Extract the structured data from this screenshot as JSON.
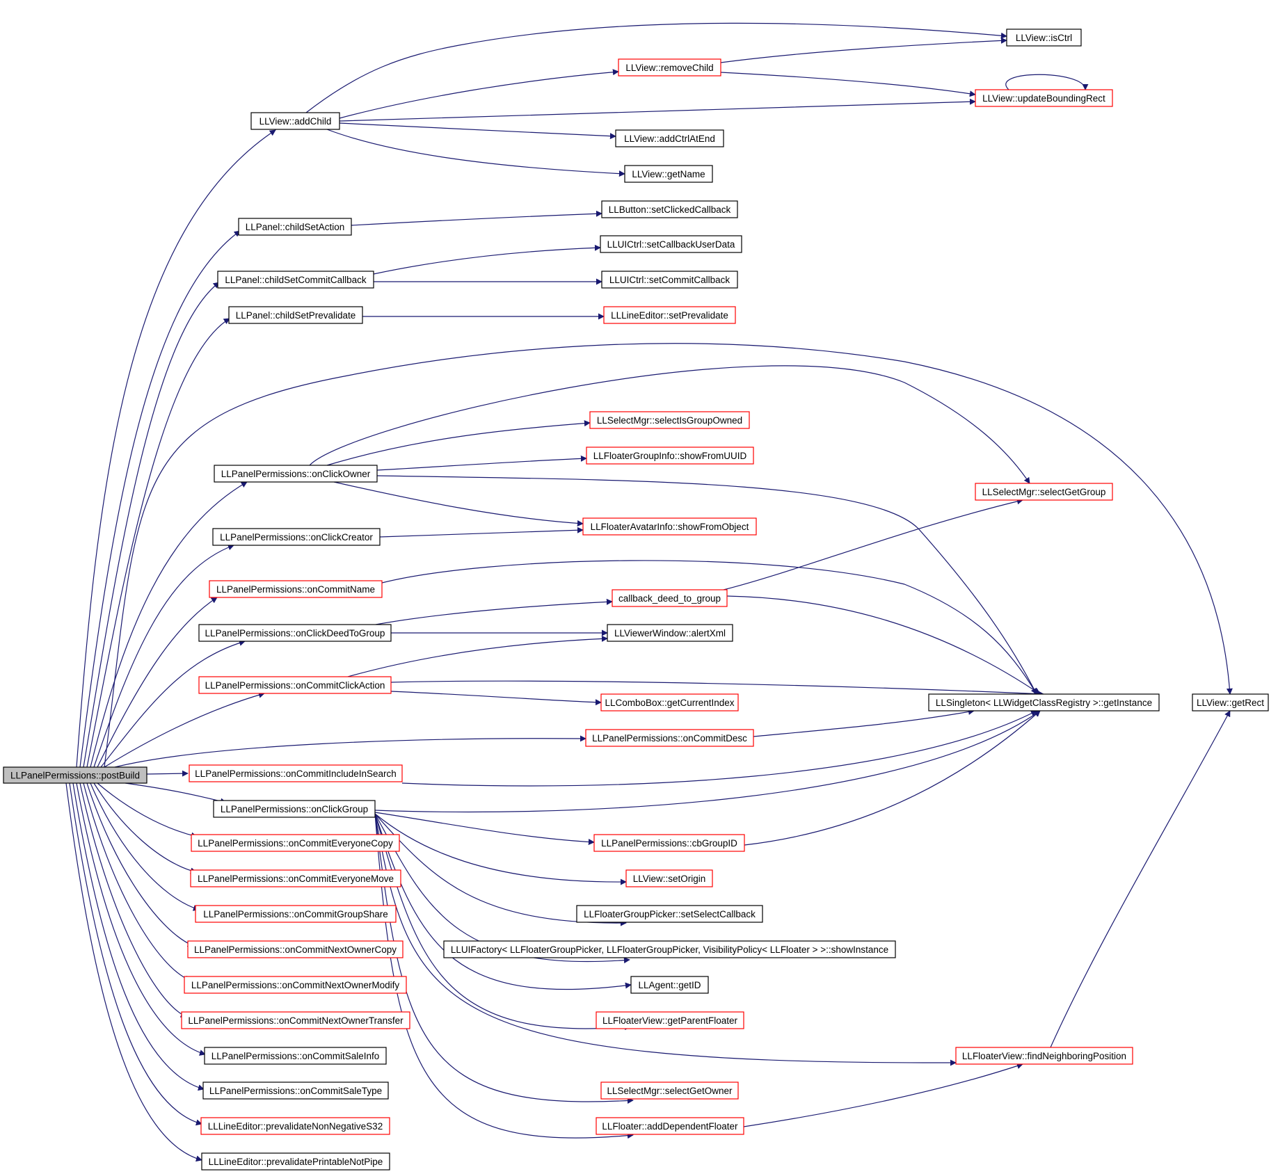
{
  "diagram": {
    "colors": {
      "edge": "#191970",
      "documented_border": "#000000",
      "undocumented_border": "#ff0000",
      "root_fill": "#bfbfbf",
      "node_fill": "#ffffff"
    },
    "nodes": [
      {
        "id": "postBuild",
        "label": "LLPanelPermissions::postBuild",
        "style": "root"
      },
      {
        "id": "addChild",
        "label": "LLView::addChild",
        "style": "black"
      },
      {
        "id": "isCtrl",
        "label": "LLView::isCtrl",
        "style": "black"
      },
      {
        "id": "removeChild",
        "label": "LLView::removeChild",
        "style": "red"
      },
      {
        "id": "updateBoundingRect",
        "label": "LLView::updateBoundingRect",
        "style": "red"
      },
      {
        "id": "addCtrlAtEnd",
        "label": "LLView::addCtrlAtEnd",
        "style": "black"
      },
      {
        "id": "getName",
        "label": "LLView::getName",
        "style": "black"
      },
      {
        "id": "childSetAction",
        "label": "LLPanel::childSetAction",
        "style": "black"
      },
      {
        "id": "setClickedCallback",
        "label": "LLButton::setClickedCallback",
        "style": "black"
      },
      {
        "id": "childSetCommitCallback",
        "label": "LLPanel::childSetCommitCallback",
        "style": "black"
      },
      {
        "id": "setCallbackUserData",
        "label": "LLUICtrl::setCallbackUserData",
        "style": "black"
      },
      {
        "id": "setCommitCallback",
        "label": "LLUICtrl::setCommitCallback",
        "style": "black"
      },
      {
        "id": "childSetPrevalidate",
        "label": "LLPanel::childSetPrevalidate",
        "style": "black"
      },
      {
        "id": "setPrevalidate",
        "label": "LLLineEditor::setPrevalidate",
        "style": "red"
      },
      {
        "id": "selectIsGroupOwned",
        "label": "LLSelectMgr::selectIsGroupOwned",
        "style": "red"
      },
      {
        "id": "showFromUUID",
        "label": "LLFloaterGroupInfo::showFromUUID",
        "style": "red"
      },
      {
        "id": "onClickOwner",
        "label": "LLPanelPermissions::onClickOwner",
        "style": "black"
      },
      {
        "id": "selectGetGroup",
        "label": "LLSelectMgr::selectGetGroup",
        "style": "red"
      },
      {
        "id": "onClickCreator",
        "label": "LLPanelPermissions::onClickCreator",
        "style": "black"
      },
      {
        "id": "showFromObject",
        "label": "LLFloaterAvatarInfo::showFromObject",
        "style": "red"
      },
      {
        "id": "onCommitName",
        "label": "LLPanelPermissions::onCommitName",
        "style": "red"
      },
      {
        "id": "callbackDeed",
        "label": "callback_deed_to_group",
        "style": "red"
      },
      {
        "id": "onClickDeedToGroup",
        "label": "LLPanelPermissions::onClickDeedToGroup",
        "style": "black"
      },
      {
        "id": "alertXml",
        "label": "LLViewerWindow::alertXml",
        "style": "black"
      },
      {
        "id": "onCommitClickAction",
        "label": "LLPanelPermissions::onCommitClickAction",
        "style": "red"
      },
      {
        "id": "getCurrentIndex",
        "label": "LLComboBox::getCurrentIndex",
        "style": "red"
      },
      {
        "id": "getInstance",
        "label": "LLSingleton< LLWidgetClassRegistry >::getInstance",
        "style": "black"
      },
      {
        "id": "getRect",
        "label": "LLView::getRect",
        "style": "black"
      },
      {
        "id": "onCommitDesc",
        "label": "LLPanelPermissions::onCommitDesc",
        "style": "red"
      },
      {
        "id": "onCommitIncludeInSearch",
        "label": "LLPanelPermissions::onCommitIncludeInSearch",
        "style": "red"
      },
      {
        "id": "onClickGroup",
        "label": "LLPanelPermissions::onClickGroup",
        "style": "black"
      },
      {
        "id": "cbGroupID",
        "label": "LLPanelPermissions::cbGroupID",
        "style": "red"
      },
      {
        "id": "onCommitEveryoneCopy",
        "label": "LLPanelPermissions::onCommitEveryoneCopy",
        "style": "red"
      },
      {
        "id": "onCommitEveryoneMove",
        "label": "LLPanelPermissions::onCommitEveryoneMove",
        "style": "red"
      },
      {
        "id": "setOrigin",
        "label": "LLView::setOrigin",
        "style": "red"
      },
      {
        "id": "onCommitGroupShare",
        "label": "LLPanelPermissions::onCommitGroupShare",
        "style": "red"
      },
      {
        "id": "setSelectCallback",
        "label": "LLFloaterGroupPicker::setSelectCallback",
        "style": "black"
      },
      {
        "id": "onCommitNextOwnerCopy",
        "label": "LLPanelPermissions::onCommitNextOwnerCopy",
        "style": "red"
      },
      {
        "id": "showInstance",
        "label": "LLUIFactory< LLFloaterGroupPicker, LLFloaterGroupPicker, VisibilityPolicy< LLFloater > >::showInstance",
        "style": "black"
      },
      {
        "id": "onCommitNextOwnerModify",
        "label": "LLPanelPermissions::onCommitNextOwnerModify",
        "style": "red"
      },
      {
        "id": "getID",
        "label": "LLAgent::getID",
        "style": "black"
      },
      {
        "id": "onCommitNextOwnerTransfer",
        "label": "LLPanelPermissions::onCommitNextOwnerTransfer",
        "style": "red"
      },
      {
        "id": "getParentFloater",
        "label": "LLFloaterView::getParentFloater",
        "style": "red"
      },
      {
        "id": "onCommitSaleInfo",
        "label": "LLPanelPermissions::onCommitSaleInfo",
        "style": "black"
      },
      {
        "id": "findNeighboringPosition",
        "label": "LLFloaterView::findNeighboringPosition",
        "style": "red"
      },
      {
        "id": "onCommitSaleType",
        "label": "LLPanelPermissions::onCommitSaleType",
        "style": "black"
      },
      {
        "id": "selectGetOwner",
        "label": "LLSelectMgr::selectGetOwner",
        "style": "red"
      },
      {
        "id": "prevalidateNonNegativeS32",
        "label": "LLLineEditor::prevalidateNonNegativeS32",
        "style": "red"
      },
      {
        "id": "addDependentFloater",
        "label": "LLFloater::addDependentFloater",
        "style": "red"
      },
      {
        "id": "prevalidatePrintableNotPipe",
        "label": "LLLineEditor::prevalidatePrintableNotPipe",
        "style": "black"
      }
    ],
    "edges": [
      [
        "postBuild",
        "addChild"
      ],
      [
        "postBuild",
        "childSetAction"
      ],
      [
        "postBuild",
        "childSetCommitCallback"
      ],
      [
        "postBuild",
        "childSetPrevalidate"
      ],
      [
        "postBuild",
        "getRect"
      ],
      [
        "postBuild",
        "onClickOwner"
      ],
      [
        "postBuild",
        "onClickCreator"
      ],
      [
        "postBuild",
        "onCommitName"
      ],
      [
        "postBuild",
        "onClickDeedToGroup"
      ],
      [
        "postBuild",
        "onCommitClickAction"
      ],
      [
        "postBuild",
        "onCommitDesc"
      ],
      [
        "postBuild",
        "onCommitIncludeInSearch"
      ],
      [
        "postBuild",
        "onClickGroup"
      ],
      [
        "postBuild",
        "onCommitEveryoneCopy"
      ],
      [
        "postBuild",
        "onCommitEveryoneMove"
      ],
      [
        "postBuild",
        "onCommitGroupShare"
      ],
      [
        "postBuild",
        "onCommitNextOwnerCopy"
      ],
      [
        "postBuild",
        "onCommitNextOwnerModify"
      ],
      [
        "postBuild",
        "onCommitNextOwnerTransfer"
      ],
      [
        "postBuild",
        "onCommitSaleInfo"
      ],
      [
        "postBuild",
        "onCommitSaleType"
      ],
      [
        "postBuild",
        "prevalidateNonNegativeS32"
      ],
      [
        "postBuild",
        "prevalidatePrintableNotPipe"
      ],
      [
        "addChild",
        "isCtrl"
      ],
      [
        "addChild",
        "removeChild"
      ],
      [
        "addChild",
        "updateBoundingRect"
      ],
      [
        "addChild",
        "addCtrlAtEnd"
      ],
      [
        "addChild",
        "getName"
      ],
      [
        "removeChild",
        "isCtrl"
      ],
      [
        "removeChild",
        "updateBoundingRect"
      ],
      [
        "updateBoundingRect",
        "updateBoundingRect"
      ],
      [
        "childSetAction",
        "setClickedCallback"
      ],
      [
        "childSetCommitCallback",
        "setCallbackUserData"
      ],
      [
        "childSetCommitCallback",
        "setCommitCallback"
      ],
      [
        "childSetPrevalidate",
        "setPrevalidate"
      ],
      [
        "onClickOwner",
        "selectGetGroup"
      ],
      [
        "onClickOwner",
        "selectIsGroupOwned"
      ],
      [
        "onClickOwner",
        "showFromUUID"
      ],
      [
        "onClickOwner",
        "showFromObject"
      ],
      [
        "onClickOwner",
        "getInstance"
      ],
      [
        "onClickCreator",
        "showFromObject"
      ],
      [
        "onCommitName",
        "getInstance"
      ],
      [
        "onClickDeedToGroup",
        "callbackDeed"
      ],
      [
        "onClickDeedToGroup",
        "alertXml"
      ],
      [
        "callbackDeed",
        "selectGetGroup"
      ],
      [
        "callbackDeed",
        "getInstance"
      ],
      [
        "onCommitClickAction",
        "alertXml"
      ],
      [
        "onCommitClickAction",
        "getInstance"
      ],
      [
        "onCommitClickAction",
        "getCurrentIndex"
      ],
      [
        "onCommitDesc",
        "getInstance"
      ],
      [
        "onCommitIncludeInSearch",
        "getInstance"
      ],
      [
        "onClickGroup",
        "getInstance"
      ],
      [
        "onClickGroup",
        "cbGroupID"
      ],
      [
        "onClickGroup",
        "setOrigin"
      ],
      [
        "onClickGroup",
        "setSelectCallback"
      ],
      [
        "onClickGroup",
        "showInstance"
      ],
      [
        "onClickGroup",
        "getID"
      ],
      [
        "onClickGroup",
        "getParentFloater"
      ],
      [
        "onClickGroup",
        "findNeighboringPosition"
      ],
      [
        "onClickGroup",
        "selectGetOwner"
      ],
      [
        "onClickGroup",
        "addDependentFloater"
      ],
      [
        "cbGroupID",
        "getInstance"
      ],
      [
        "findNeighboringPosition",
        "getRect"
      ],
      [
        "addDependentFloater",
        "findNeighboringPosition"
      ]
    ]
  }
}
